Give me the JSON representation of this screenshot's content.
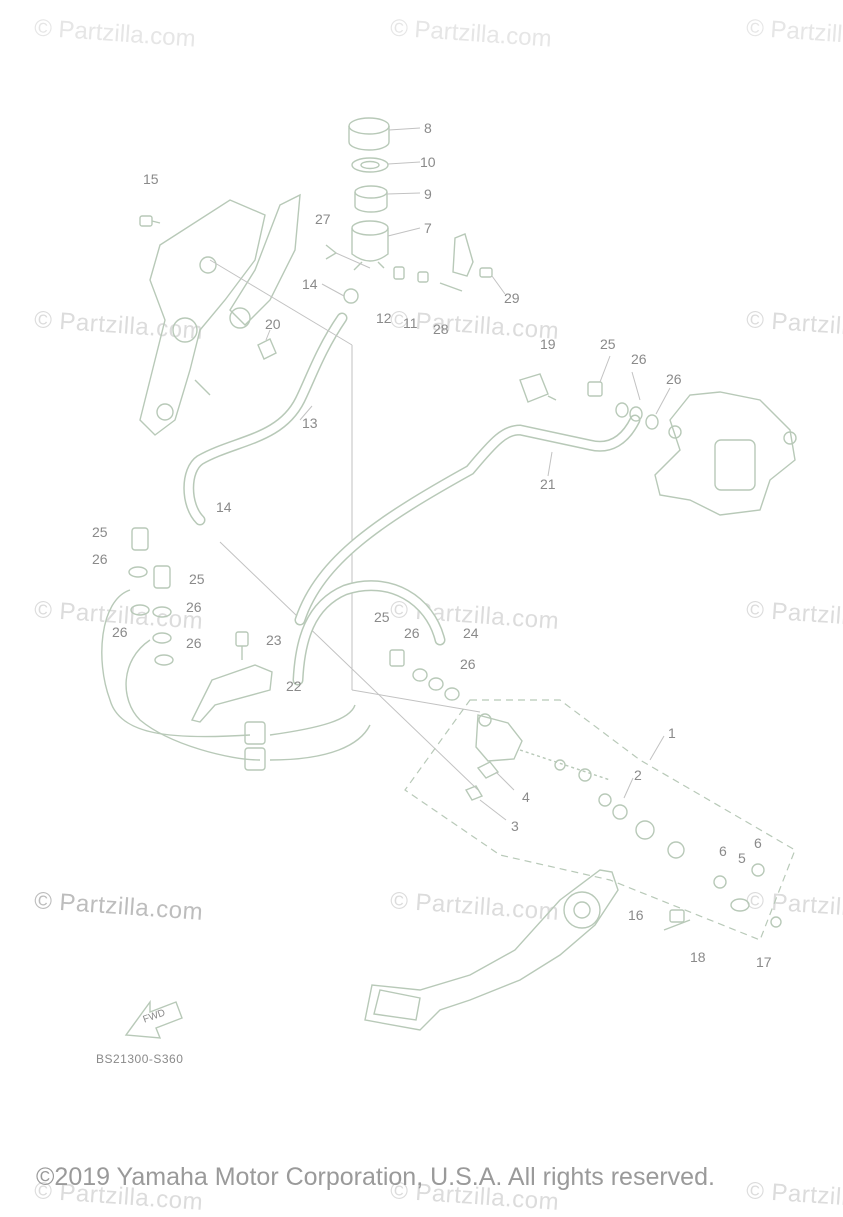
{
  "watermark": "© Partzilla.com",
  "diagram_code": "BS21300-S360",
  "fwd_label": "FWD",
  "copyright": "©2019 Yamaha Motor Corporation, U.S.A. All rights reserved.",
  "callouts": {
    "c1": "1",
    "c2": "2",
    "c3": "3",
    "c4": "4",
    "c5": "5",
    "c6a": "6",
    "c6b": "6",
    "c7": "7",
    "c8": "8",
    "c9": "9",
    "c10": "10",
    "c11": "11",
    "c12": "12",
    "c13": "13",
    "c14a": "14",
    "c14b": "14",
    "c15": "15",
    "c16": "16",
    "c17": "17",
    "c18": "18",
    "c19": "19",
    "c20": "20",
    "c21": "21",
    "c22": "22",
    "c23": "23",
    "c24": "24",
    "c25a": "25",
    "c25b": "25",
    "c25c": "25",
    "c25d": "25",
    "c26a": "26",
    "c26b": "26",
    "c26c": "26",
    "c26d": "26",
    "c26e": "26",
    "c26f": "26",
    "c26g": "26",
    "c26h": "26",
    "c27": "27",
    "c28": "28",
    "c29": "29"
  }
}
